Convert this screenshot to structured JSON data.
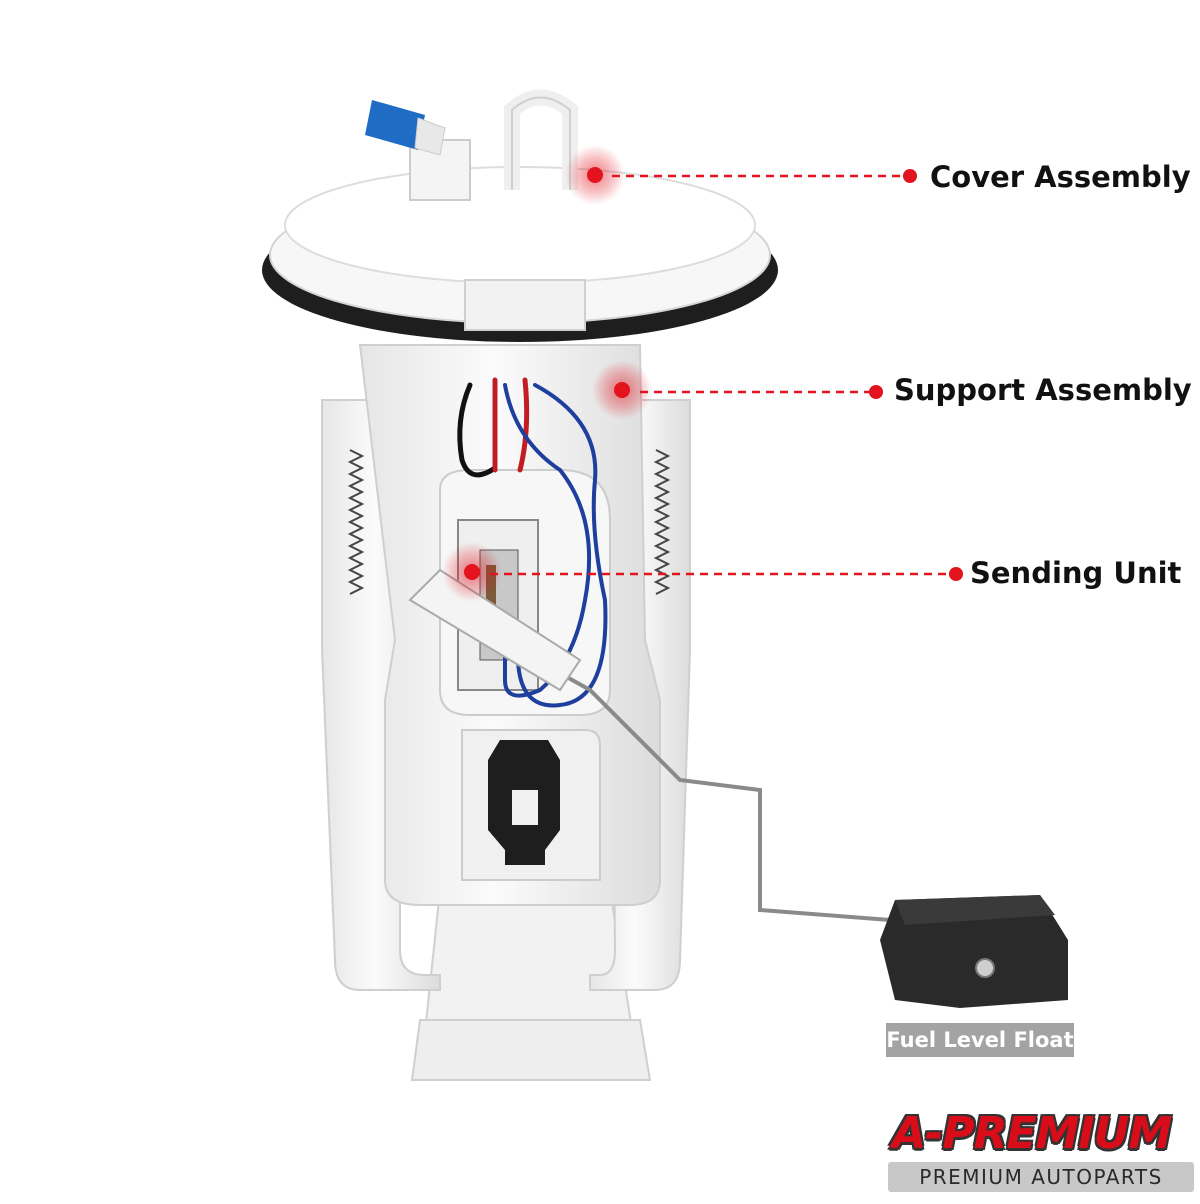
{
  "callouts": {
    "cover": "Cover Assembly",
    "support": "Support Assembly",
    "sending": "Sending Unit"
  },
  "float_label": "Fuel Level Float",
  "brand": {
    "name": "A-PREMIUM",
    "tagline": "PREMIUM AUTOPARTS"
  },
  "colors": {
    "callout_red": "#e3141e",
    "brand_red": "#d90d1a",
    "plastic_white": "#f4f4f4",
    "gasket_black": "#1e1e1e",
    "wire_blue": "#1f3f9e",
    "wire_red": "#c21d24"
  }
}
